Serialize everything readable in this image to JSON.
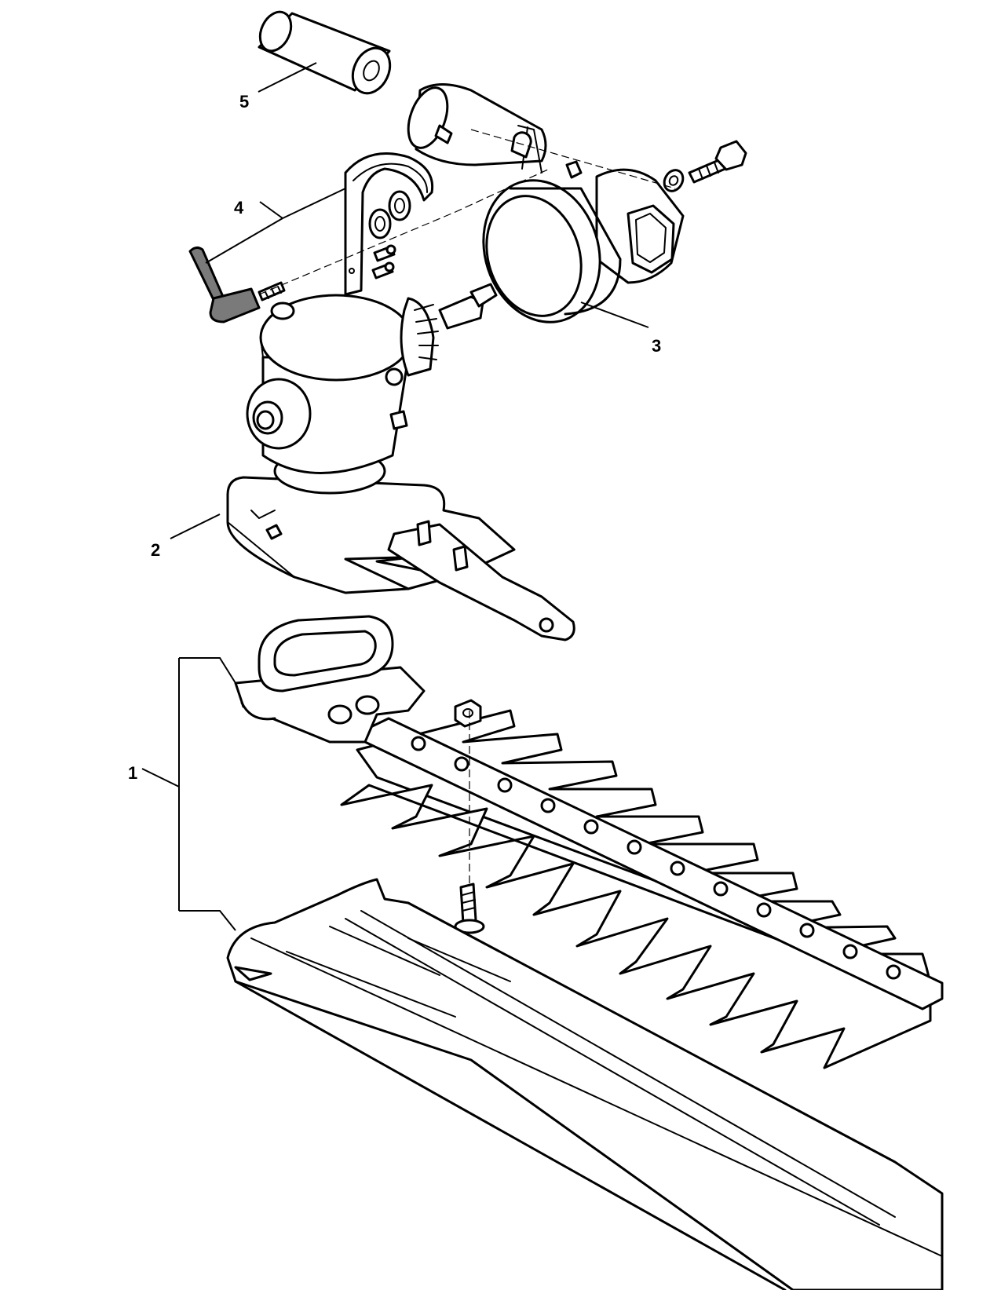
{
  "callouts": {
    "c1": "1",
    "c2": "2",
    "c3": "3",
    "c4": "4",
    "c5": "5"
  },
  "colors": {
    "stroke": "#000000",
    "background": "#ffffff",
    "handle_fill": "#7a7a7a"
  }
}
